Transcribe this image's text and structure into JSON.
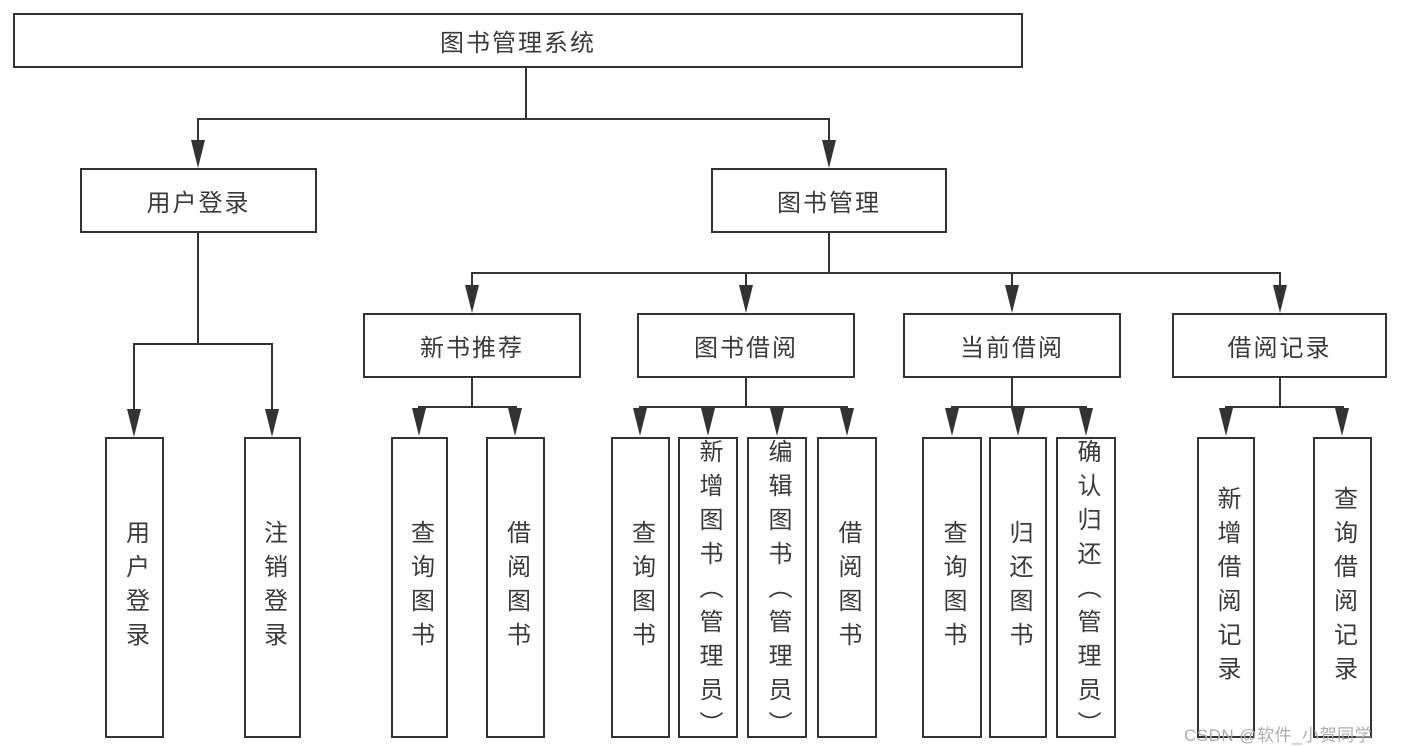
{
  "tree": {
    "label": "图书管理系统",
    "children": [
      {
        "label": "用户登录",
        "children": [
          {
            "label": "用户登录"
          },
          {
            "label": "注销登录"
          }
        ]
      },
      {
        "label": "图书管理",
        "children": [
          {
            "label": "新书推荐",
            "children": [
              {
                "label": "查询图书"
              },
              {
                "label": "借阅图书"
              }
            ]
          },
          {
            "label": "图书借阅",
            "children": [
              {
                "label": "查询图书"
              },
              {
                "label": "新增图书（管理员）"
              },
              {
                "label": "编辑图书（管理员）"
              },
              {
                "label": "借阅图书"
              }
            ]
          },
          {
            "label": "当前借阅",
            "children": [
              {
                "label": "查询图书"
              },
              {
                "label": "归还图书"
              },
              {
                "label": "确认归还（管理员）"
              }
            ]
          },
          {
            "label": "借阅记录",
            "children": [
              {
                "label": "新增借阅记录"
              },
              {
                "label": "查询借阅记录"
              }
            ]
          }
        ]
      }
    ]
  },
  "watermark": "CSDN @软件_小贺同学",
  "colors": {
    "line": "#333333",
    "text": "#3a3a3a",
    "background": "#ffffff",
    "watermark": "#acacac"
  }
}
